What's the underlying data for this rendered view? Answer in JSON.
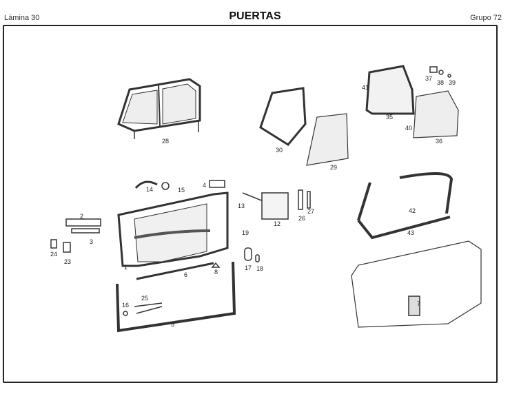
{
  "header": {
    "sheet": "Lámina  30",
    "title": "PUERTAS",
    "group": "Grupo  72"
  },
  "callouts": [
    "1",
    "2",
    "3",
    "4",
    "5",
    "6",
    "7",
    "8",
    "12",
    "13",
    "14",
    "15",
    "16",
    "17",
    "18",
    "19",
    "23",
    "24",
    "25",
    "26",
    "27",
    "28",
    "29",
    "30",
    "35",
    "36",
    "37",
    "38",
    "39",
    "40",
    "41",
    "42",
    "43"
  ]
}
